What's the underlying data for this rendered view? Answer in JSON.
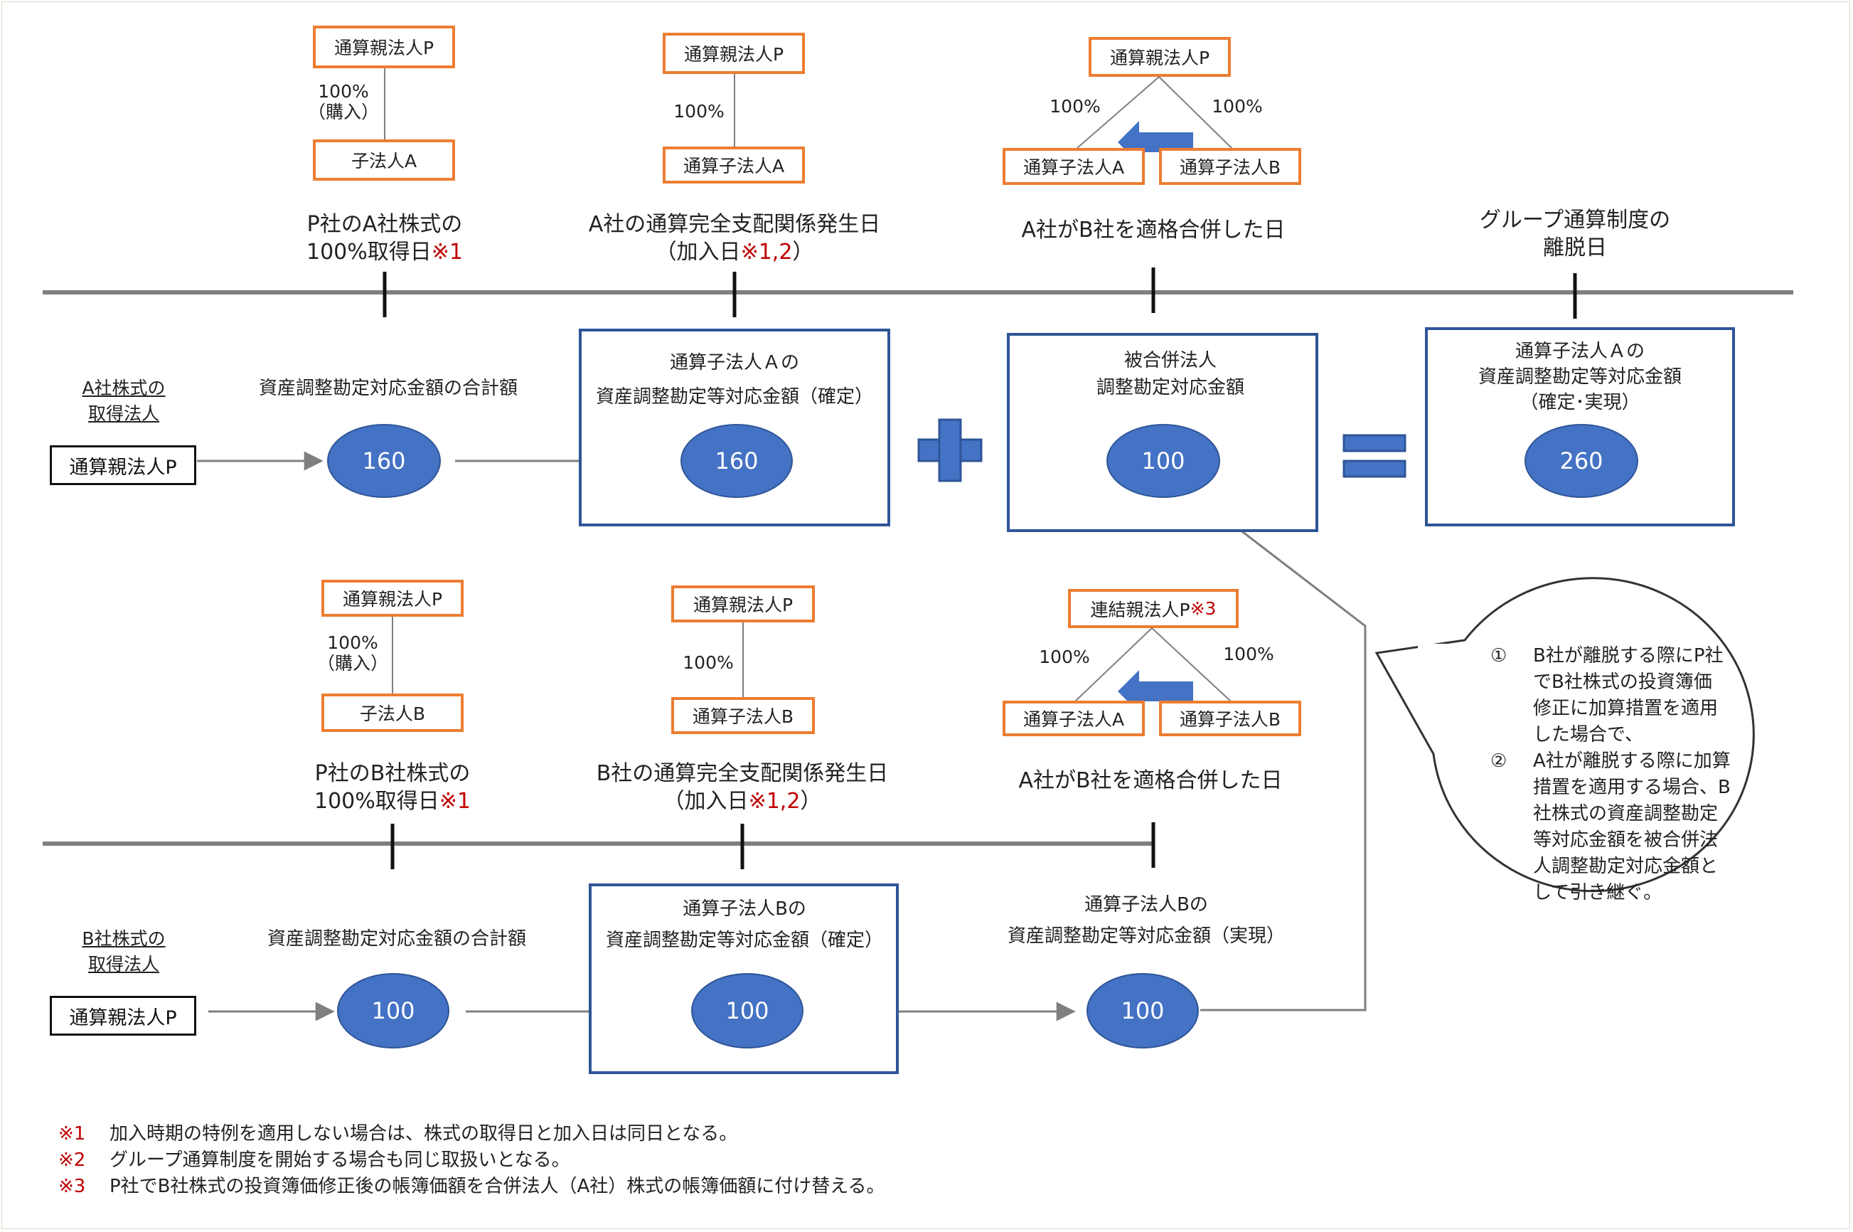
{
  "top": {
    "stage1": {
      "parent": "通算親法人P",
      "pct_line1": "100%",
      "pct_line2": "（購入）",
      "child": "子法人A",
      "event_line1": "P社のA社株式の",
      "event_line2": "100%取得日",
      "event_mark": "※1"
    },
    "stage2": {
      "parent": "通算親法人P",
      "pct": "100%",
      "child": "通算子法人A",
      "event_line1": "A社の通算完全支配関係発生日",
      "event_line2_pre": "（加入日",
      "event_mark": "※1,2",
      "event_line2_post": "）"
    },
    "stage3": {
      "parent": "通算親法人P",
      "pct_left": "100%",
      "pct_right": "100%",
      "child_left": "通算子法人A",
      "child_right": "通算子法人B",
      "event": "A社がB社を適格合併した日"
    },
    "stage4": {
      "event_line1": "グループ通算制度の",
      "event_line2": "離脱日"
    },
    "acquirer_line1": "A社株式の",
    "acquirer_line2": "取得法人",
    "acquirer_box": "通算親法人P",
    "total_label": "資産調整勘定対応金額の合計額",
    "circle1": "160",
    "box2_line1": "通算子法人Ａの",
    "box2_line2": "資産調整勘定等対応金額（確定）",
    "circle2": "160",
    "box3_line1": "被合併法人",
    "box3_line2": "調整勘定対応金額",
    "circle3": "100",
    "box4_line1": "通算子法人Ａの",
    "box4_line2": "資産調整勘定等対応金額",
    "box4_line3": "（確定･実現）",
    "circle4": "260"
  },
  "bottom": {
    "stage1": {
      "parent": "通算親法人P",
      "pct_line1": "100%",
      "pct_line2": "（購入）",
      "child": "子法人B",
      "event_line1": "P社のB社株式の",
      "event_line2": "100%取得日",
      "event_mark": "※1"
    },
    "stage2": {
      "parent": "通算親法人P",
      "pct": "100%",
      "child": "通算子法人B",
      "event_line1": "B社の通算完全支配関係発生日",
      "event_line2_pre": "（加入日",
      "event_mark": "※1,2",
      "event_line2_post": "）"
    },
    "stage3": {
      "parent_pre": "連結親法人P",
      "parent_mark": "※3",
      "pct_left": "100%",
      "pct_right": "100%",
      "child_left": "通算子法人A",
      "child_right": "通算子法人B",
      "event": "A社がB社を適格合併した日"
    },
    "acquirer_line1": "B社株式の",
    "acquirer_line2": "取得法人",
    "acquirer_box": "通算親法人P",
    "total_label": "資産調整勘定対応金額の合計額",
    "circle1": "100",
    "box2_line1": "通算子法人Bの",
    "box2_line2": "資産調整勘定等対応金額（確定）",
    "circle2": "100",
    "realized_line1": "通算子法人Bの",
    "realized_line2": "資産調整勘定等対応金額（実現）",
    "circle3": "100"
  },
  "callout": [
    {
      "num": "①",
      "lines": [
        "B社が離脱する際にP社",
        "でB社株式の投資簿価",
        "修正に加算措置を適用",
        "した場合で、"
      ]
    },
    {
      "num": "②",
      "lines": [
        "A社が離脱する際に加算",
        "措置を適用する場合、B",
        "社株式の資産調整勘定",
        "等対応金額を被合併法",
        "人調整勘定対応金額と",
        "して引き継ぐ。"
      ]
    }
  ],
  "notes": [
    {
      "mark": "※1",
      "text": "加入時期の特例を適用しない場合は、株式の取得日と加入日は同日となる。"
    },
    {
      "mark": "※2",
      "text": "グループ通算制度を開始する場合も同じ取扱いとなる。"
    },
    {
      "mark": "※3",
      "text": "P社でB社株式の投資簿価修正後の帳簿価額を合併法人（A社）株式の帳簿価額に付け替える。"
    }
  ],
  "colors": {
    "orange": "#ed7d31",
    "navy": "#2f5597",
    "circle": "#4472c4",
    "red": "#c00000"
  }
}
